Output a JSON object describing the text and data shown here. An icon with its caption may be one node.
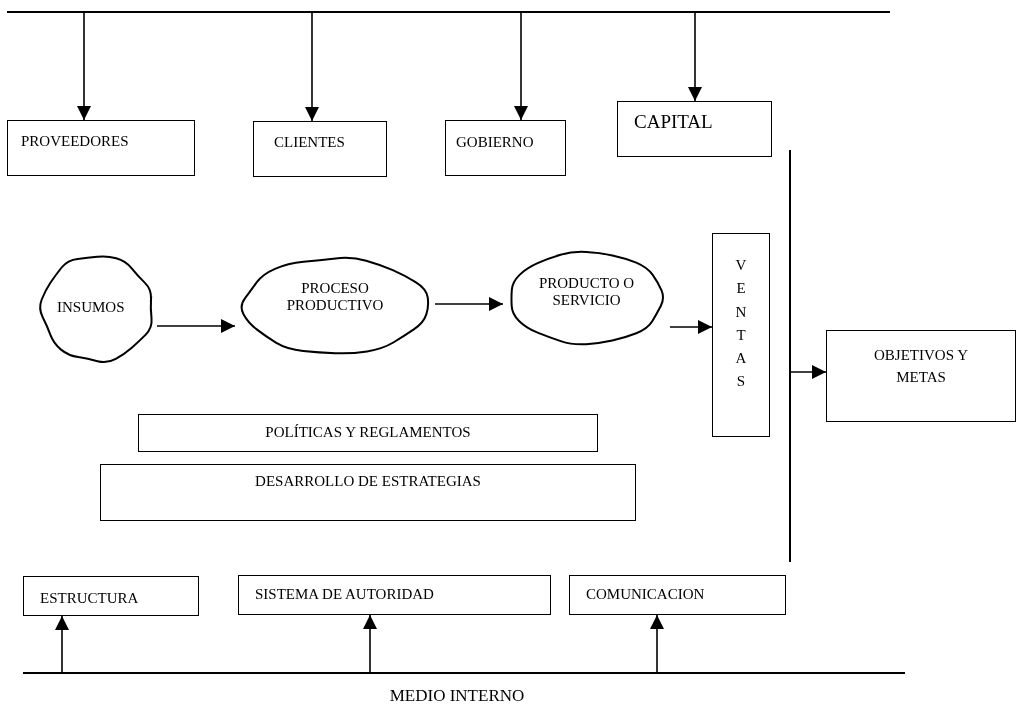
{
  "diagram": {
    "nodes": [
      {
        "text": [],
        "shape": "bar"
      },
      {
        "text": [
          "PROVEEDORES"
        ]
      },
      {
        "text": [
          "CLIENTES"
        ]
      },
      {
        "text": [
          "GOBIERNO"
        ]
      },
      {
        "text": [
          "CAPITAL"
        ]
      },
      {
        "text": [
          "INSUMOS"
        ]
      },
      {
        "text": [
          "PROCESO PRODUCTIVO"
        ]
      },
      {
        "text": [
          "PRODUCTO O SERVICIO"
        ]
      },
      {
        "text": [
          "VENTAS"
        ]
      },
      {
        "text": [],
        "shape": "bar"
      },
      {
        "text": [
          "OBJETIVOS Y METAS"
        ]
      },
      {
        "text": [
          "POLÍTICAS Y REGLAMENTOS"
        ]
      },
      {
        "text": [
          "DESARROLLO DE ESTRATEGIAS"
        ]
      },
      {
        "text": [
          "ESTRUCTURA"
        ]
      },
      {
        "text": [
          "SISTEMA DE AUTORIDAD"
        ]
      },
      {
        "text": [
          "COMUNICACION"
        ]
      },
      {
        "text": [],
        "shape": "bar"
      }
    ],
    "edges": [
      {
        "from": 0,
        "to": 1,
        "arrow": "to"
      },
      {
        "from": 0,
        "to": 2,
        "arrow": "to"
      },
      {
        "from": 0,
        "to": 3,
        "arrow": "to"
      },
      {
        "from": 0,
        "to": 4,
        "arrow": "to"
      },
      {
        "from": 5,
        "to": 6,
        "arrow": "to"
      },
      {
        "from": 6,
        "to": 7,
        "arrow": "to"
      },
      {
        "from": 7,
        "to": 8,
        "arrow": "to"
      },
      {
        "from": 9,
        "to": 10,
        "arrow": "to"
      },
      {
        "from": 16,
        "to": 13,
        "arrow": "to"
      },
      {
        "from": 16,
        "to": 14,
        "arrow": "to"
      },
      {
        "from": 16,
        "to": 15,
        "arrow": "to"
      }
    ],
    "labels": [
      "MEDIO INTERNO"
    ]
  }
}
